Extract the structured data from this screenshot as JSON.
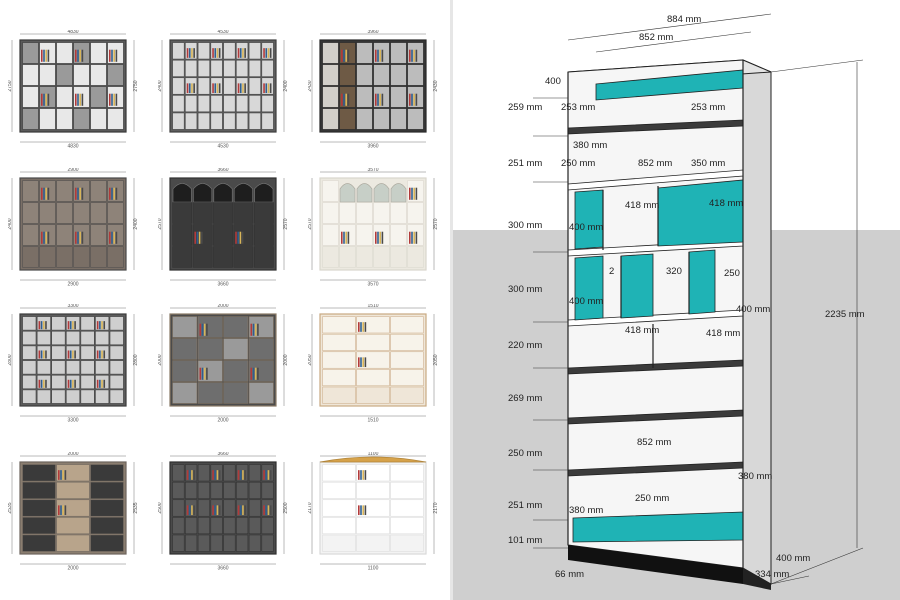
{
  "catalog": [
    {
      "top": "4830",
      "bottom": "4830",
      "left": "2750",
      "right": "2750",
      "style": "glass",
      "cols": 6,
      "rows": 4,
      "frame": "#3a3a3a",
      "body": "#5a5a5a",
      "door": "#e8e8e8"
    },
    {
      "top": "4530",
      "bottom": "4530",
      "left": "2400",
      "right": "2400",
      "style": "grid",
      "cols": 8,
      "rows": 5,
      "frame": "#3f3f3f",
      "body": "#5e5e5e",
      "door": "#d8d8d8"
    },
    {
      "top": "3960",
      "bottom": "3960",
      "left": "2430",
      "right": "2430",
      "style": "dark",
      "cols": 6,
      "rows": 4,
      "frame": "#2a2a2a",
      "body": "#353535",
      "door": "#bcbcbc"
    },
    {
      "top": "2900",
      "bottom": "2900",
      "left": "2400",
      "right": "2400",
      "style": "open",
      "cols": 6,
      "rows": 4,
      "frame": "#4a4a4a",
      "body": "#7a6f66",
      "door": "#8e8379"
    },
    {
      "top": "3660",
      "bottom": "3660",
      "left": "2570",
      "right": "2570",
      "style": "arch",
      "cols": 5,
      "rows": 4,
      "frame": "#2f2f2f",
      "body": "#4a4a4a",
      "door": "#3a3a3a"
    },
    {
      "top": "3570",
      "bottom": "3570",
      "left": "2570",
      "right": "2570",
      "style": "white-arch",
      "cols": 6,
      "rows": 4,
      "frame": "#d9d6cd",
      "body": "#ece9e0",
      "door": "#f6f4ee"
    },
    {
      "top": "3300",
      "bottom": "3300",
      "left": "2800",
      "right": "2800",
      "style": "grid",
      "cols": 7,
      "rows": 6,
      "frame": "#3d3d3d",
      "body": "#5b5b5b",
      "door": "#cfcfcf"
    },
    {
      "top": "2000",
      "bottom": "2000",
      "left": "2000",
      "right": "2000",
      "style": "glass",
      "cols": 4,
      "rows": 4,
      "frame": "#8a7a66",
      "body": "#4b4b4b",
      "door": "#6e6e6e"
    },
    {
      "top": "1510",
      "bottom": "1510",
      "left": "2050",
      "right": "2050",
      "style": "light",
      "cols": 3,
      "rows": 5,
      "frame": "#c9a983",
      "body": "#efe6d8",
      "door": "#f7f3ea"
    },
    {
      "top": "2000",
      "bottom": "2000",
      "left": "2535",
      "right": "2535",
      "style": "mixed",
      "cols": 3,
      "rows": 5,
      "frame": "#6d655d",
      "body": "#8a7d6f",
      "door": "#3a3a3a"
    },
    {
      "top": "3660",
      "bottom": "3660",
      "left": "2500",
      "right": "2500",
      "style": "grid",
      "cols": 8,
      "rows": 5,
      "frame": "#2f2f2f",
      "body": "#4a4a4a",
      "door": "#5a5a5a"
    },
    {
      "top": "1100",
      "bottom": "1100",
      "left": "2170",
      "right": "2170",
      "style": "white-crown",
      "cols": 3,
      "rows": 5,
      "frame": "#d9d9d9",
      "body": "#f3f3f3",
      "door": "#ffffff"
    }
  ],
  "model": {
    "top_labels": {
      "overall_width": "884 mm",
      "inner_width": "852 mm",
      "left_top": "400"
    },
    "left_heights": [
      "259 mm",
      "251 mm",
      "300 mm",
      "300 mm",
      "220 mm",
      "269 mm",
      "250 mm",
      "251 mm",
      "101 mm"
    ],
    "inner_labels": {
      "shelf1_left": "253 mm",
      "shelf1_right": "253 mm",
      "shelf2_left": "380 mm",
      "shelf2_mid": "250 mm",
      "shelf2_width": "852 mm",
      "shelf2_right": "350 mm",
      "niche1_a": "418 mm",
      "niche1_b": "418 mm",
      "niche1_depth": "400 mm",
      "niche2_a": "320",
      "niche2_b": "250",
      "niche2_c": "2",
      "niche2_depth": "400 mm",
      "niche2_bottom_a": "418 mm",
      "niche2_bottom_b": "418 mm",
      "right_depth": "400 mm",
      "lower_width": "852 mm",
      "lower_right": "380 mm",
      "bottom_mid": "250 mm",
      "bottom_left": "380 mm"
    },
    "total_height": "2235 mm",
    "base_labels": {
      "depth": "400 mm",
      "front": "334 mm",
      "kick": "66 mm"
    },
    "colors": {
      "teal": "#1fb3b5",
      "shelf_dark": "#3b3b3b",
      "side": "#d8d8d8",
      "floor": "#cfcfcf",
      "sky": "#ffffff"
    }
  }
}
